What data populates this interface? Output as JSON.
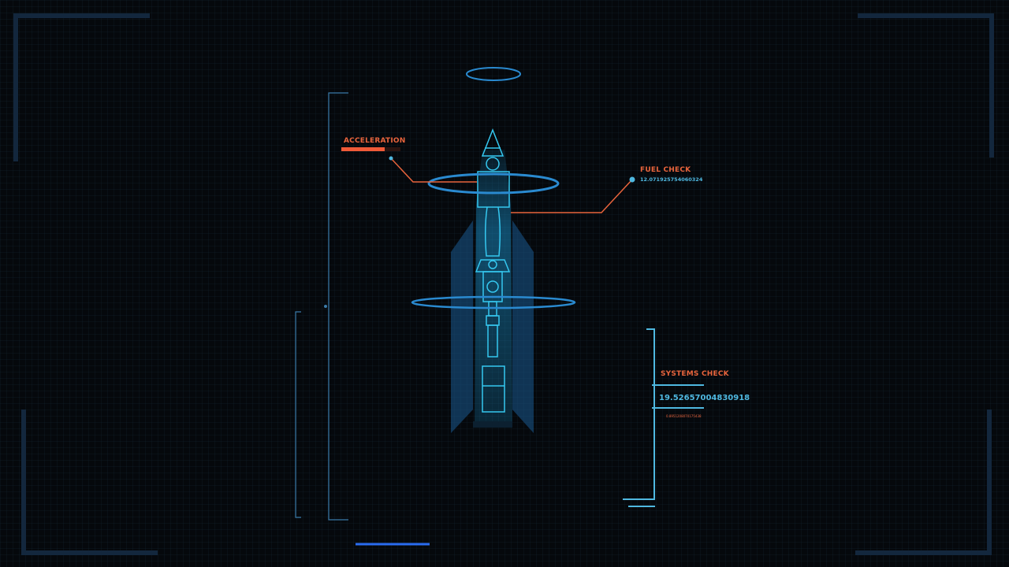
{
  "hud": {
    "acceleration": {
      "label": "ACCELERATION",
      "progress": 0.73
    },
    "fuel_check": {
      "label": "FUEL CHECK",
      "value": "12.071925754060324"
    },
    "systems_check": {
      "label": "SYSTEMS CHECK",
      "value": "19.52657004830918",
      "sub_value": "0.8951208070175438"
    }
  },
  "colors": {
    "accent_orange": "#e8643c",
    "hologram_blue": "#35c8f0",
    "frame_blue": "#1a3a5c"
  }
}
